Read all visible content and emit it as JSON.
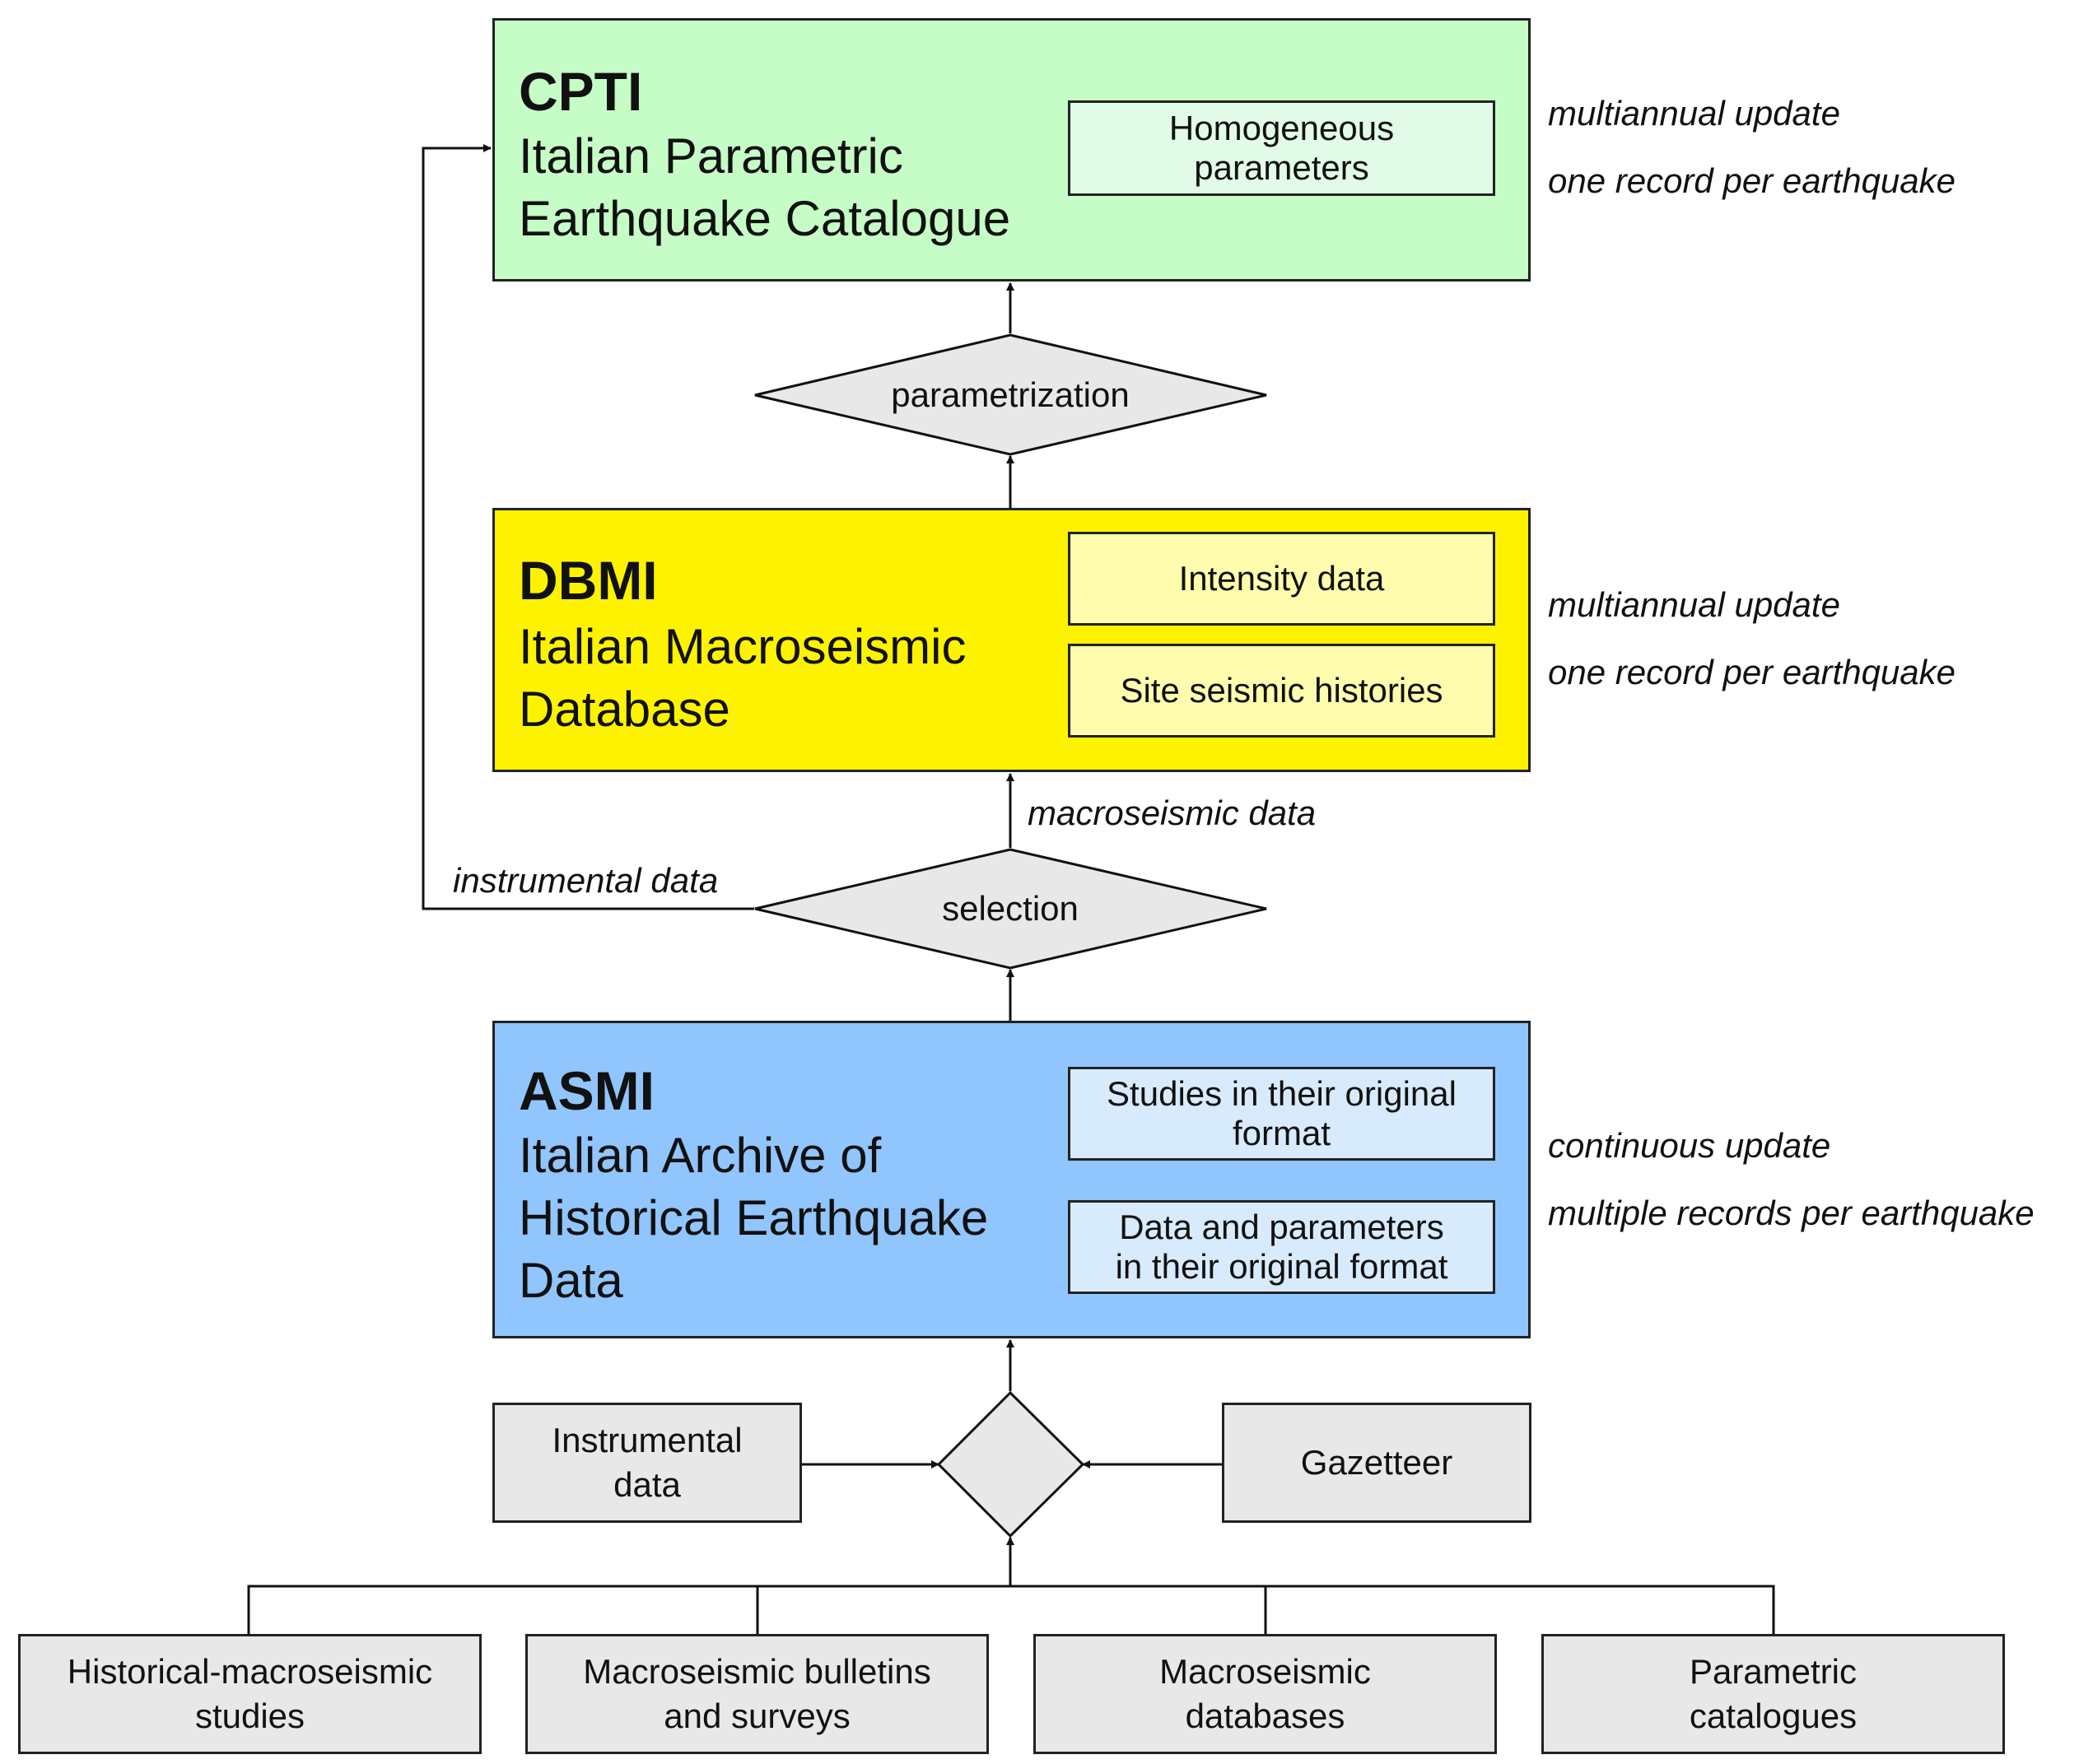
{
  "cpti": {
    "title": "CPTI",
    "line1": "Italian Parametric",
    "line2": "Earthquake Catalogue",
    "inner": [
      "Homogeneous",
      "parameters"
    ],
    "note1": "multiannual update",
    "note2": "one record per earthquake",
    "fill": "#c6fcc6",
    "inner_fill": "#e2fbe8"
  },
  "parametrization": {
    "label": "parametrization"
  },
  "dbmi": {
    "title": "DBMI",
    "line1": "Italian Macroseismic",
    "line2": "Database",
    "inner1": "Intensity data",
    "inner2": "Site seismic histories",
    "note1": "multiannual update",
    "note2": "one record per earthquake",
    "fill": "#fdf300",
    "inner_fill": "#fffdad"
  },
  "selection": {
    "label": "selection",
    "macroseismic_label": "macroseismic data",
    "instrumental_label": "instrumental data"
  },
  "asmi": {
    "title": "ASMI",
    "line1": "Italian Archive of",
    "line2": "Historical Earthquake",
    "line3": "Data",
    "inner1": [
      "Studies in their original",
      "format"
    ],
    "inner2": [
      "Data and parameters",
      "in their original format"
    ],
    "note1": "continuous update",
    "note2": "multiple records per earthquake",
    "fill": "#91c5fd",
    "inner_fill": "#d8ebfd"
  },
  "inputs": {
    "instrumental": [
      "Instrumental",
      "data"
    ],
    "gazetteer": "Gazetteer"
  },
  "sources": [
    [
      "Historical-macroseismic",
      "studies"
    ],
    [
      "Macroseismic bulletins",
      "and surveys"
    ],
    [
      "Macroseismic",
      "databases"
    ],
    [
      "Parametric",
      "catalogues"
    ]
  ]
}
